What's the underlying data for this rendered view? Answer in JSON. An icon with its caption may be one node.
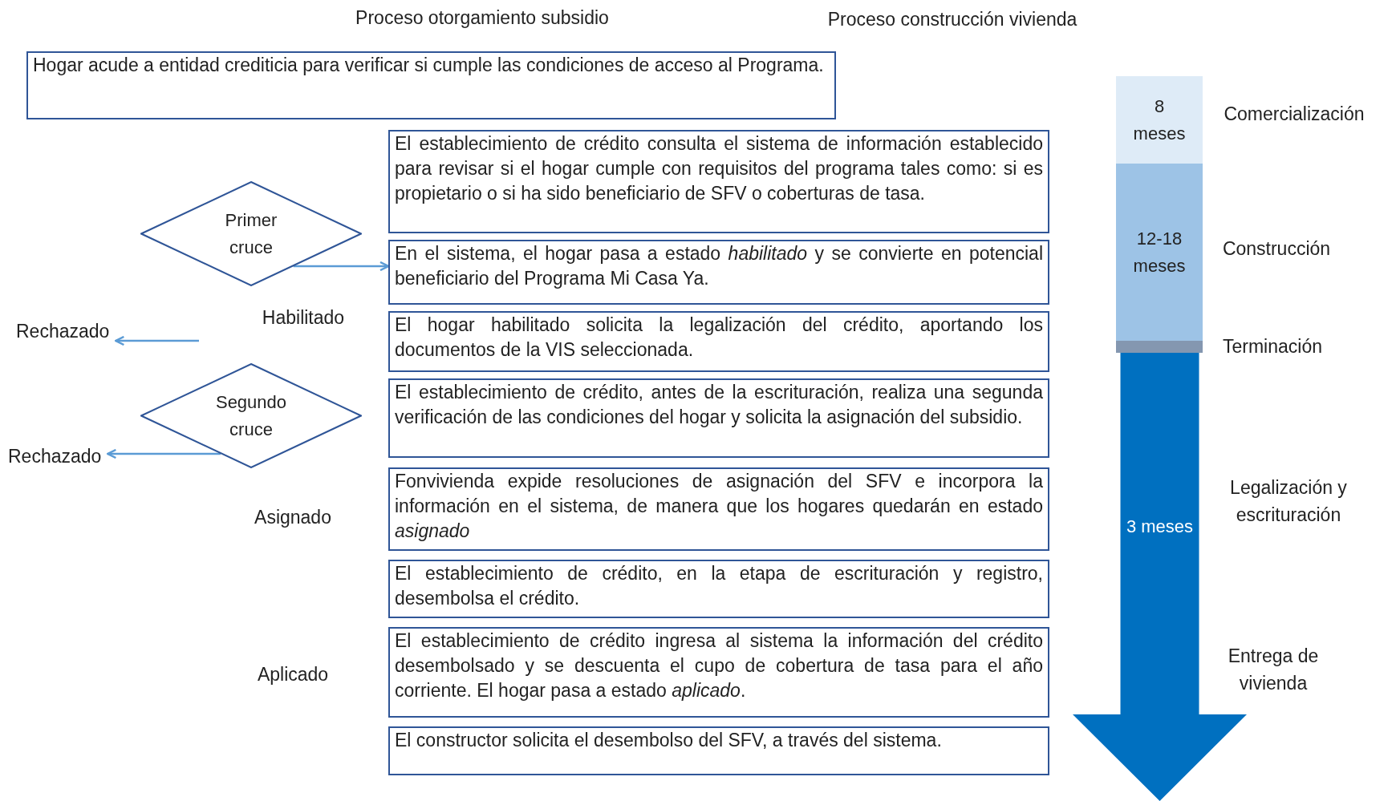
{
  "diagram": {
    "nodes": [
      {
        "text": [
          "Hogar acude a entidad crediticia para verificar si cumple las condiciones de acceso al Programa."
        ]
      },
      {
        "text": [
          "El establecimiento de crédito consulta el sistema de información establecido para revisar si el hogar cumple con requisitos del programa tales como: si es propietario o si ha sido beneficiario de SFV o coberturas de tasa."
        ]
      },
      {
        "text": [
          "Primer cruce"
        ]
      },
      {
        "text": [
          "En el sistema, el hogar pasa a estado *habilitado* y se convierte en potencial beneficiario del Programa Mi Casa Ya."
        ]
      },
      {
        "text": [
          "Rechazado"
        ]
      },
      {
        "text": [
          "El hogar habilitado solicita la legalización del crédito, aportando los documentos de la VIS seleccionada."
        ]
      },
      {
        "text": [
          "Segundo cruce"
        ]
      },
      {
        "text": [
          "El establecimiento de crédito, antes de la escrituración, realiza una segunda verificación de las condiciones del hogar y solicita la asignación del subsidio."
        ]
      },
      {
        "text": [
          "Rechazado"
        ]
      },
      {
        "text": [
          "Fonvivienda expide resoluciones de asignación del SFV e incorpora la información en el sistema, de manera que los hogares quedarán en estado *asignado*"
        ]
      },
      {
        "text": [
          "El establecimiento de crédito, en la etapa de escrituración y registro, desembolsa el crédito."
        ]
      },
      {
        "text": [
          "El establecimiento de crédito ingresa al sistema la información del crédito desembolsado y se descuenta el cupo de cobertura de tasa para el año corriente. El hogar pasa a estado *aplicado*."
        ]
      },
      {
        "text": [
          "El constructor solicita el desembolso del SFV, a través del sistema."
        ]
      },
      {
        "text": [
          "8 meses"
        ],
        "beside": [
          "Comercialización"
        ]
      },
      {
        "text": [
          "12-18 meses"
        ],
        "beside": [
          "Construcción"
        ]
      },
      {
        "text": [],
        "shape": "bar"
      },
      {
        "text": [
          "3 meses"
        ],
        "beside": [
          "Legalización y escrituración",
          "Entrega de vivienda"
        ]
      }
    ],
    "edges": [
      {
        "from": 2,
        "to": 3,
        "arrow": "to"
      },
      {
        "from": null,
        "to": 4,
        "arrow": "to"
      },
      {
        "from": 6,
        "to": 8,
        "arrow": "to"
      }
    ],
    "labels": [
      "Proceso otorgamiento subsidio",
      "Proceso construcción vivienda",
      "Habilitado",
      "Terminación",
      "Asignado",
      "Aplicado"
    ]
  }
}
